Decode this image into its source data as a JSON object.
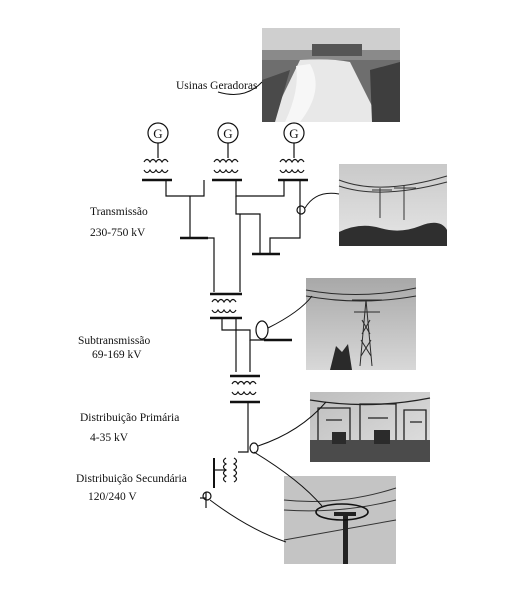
{
  "labels": {
    "usinas": "Usinas Geradoras",
    "transmissao": "Transmissão",
    "transmissao_v": "230-750 kV",
    "subtransmissao": "Subtransmissão",
    "subtransmissao_v": "69-169 kV",
    "dist_primaria": "Distribuição Primária",
    "dist_primaria_v": "4-35 kV",
    "dist_secundaria": "Distribuição Secundária",
    "dist_secundaria_v": "120/240 V"
  },
  "generator_symbol": "G"
}
